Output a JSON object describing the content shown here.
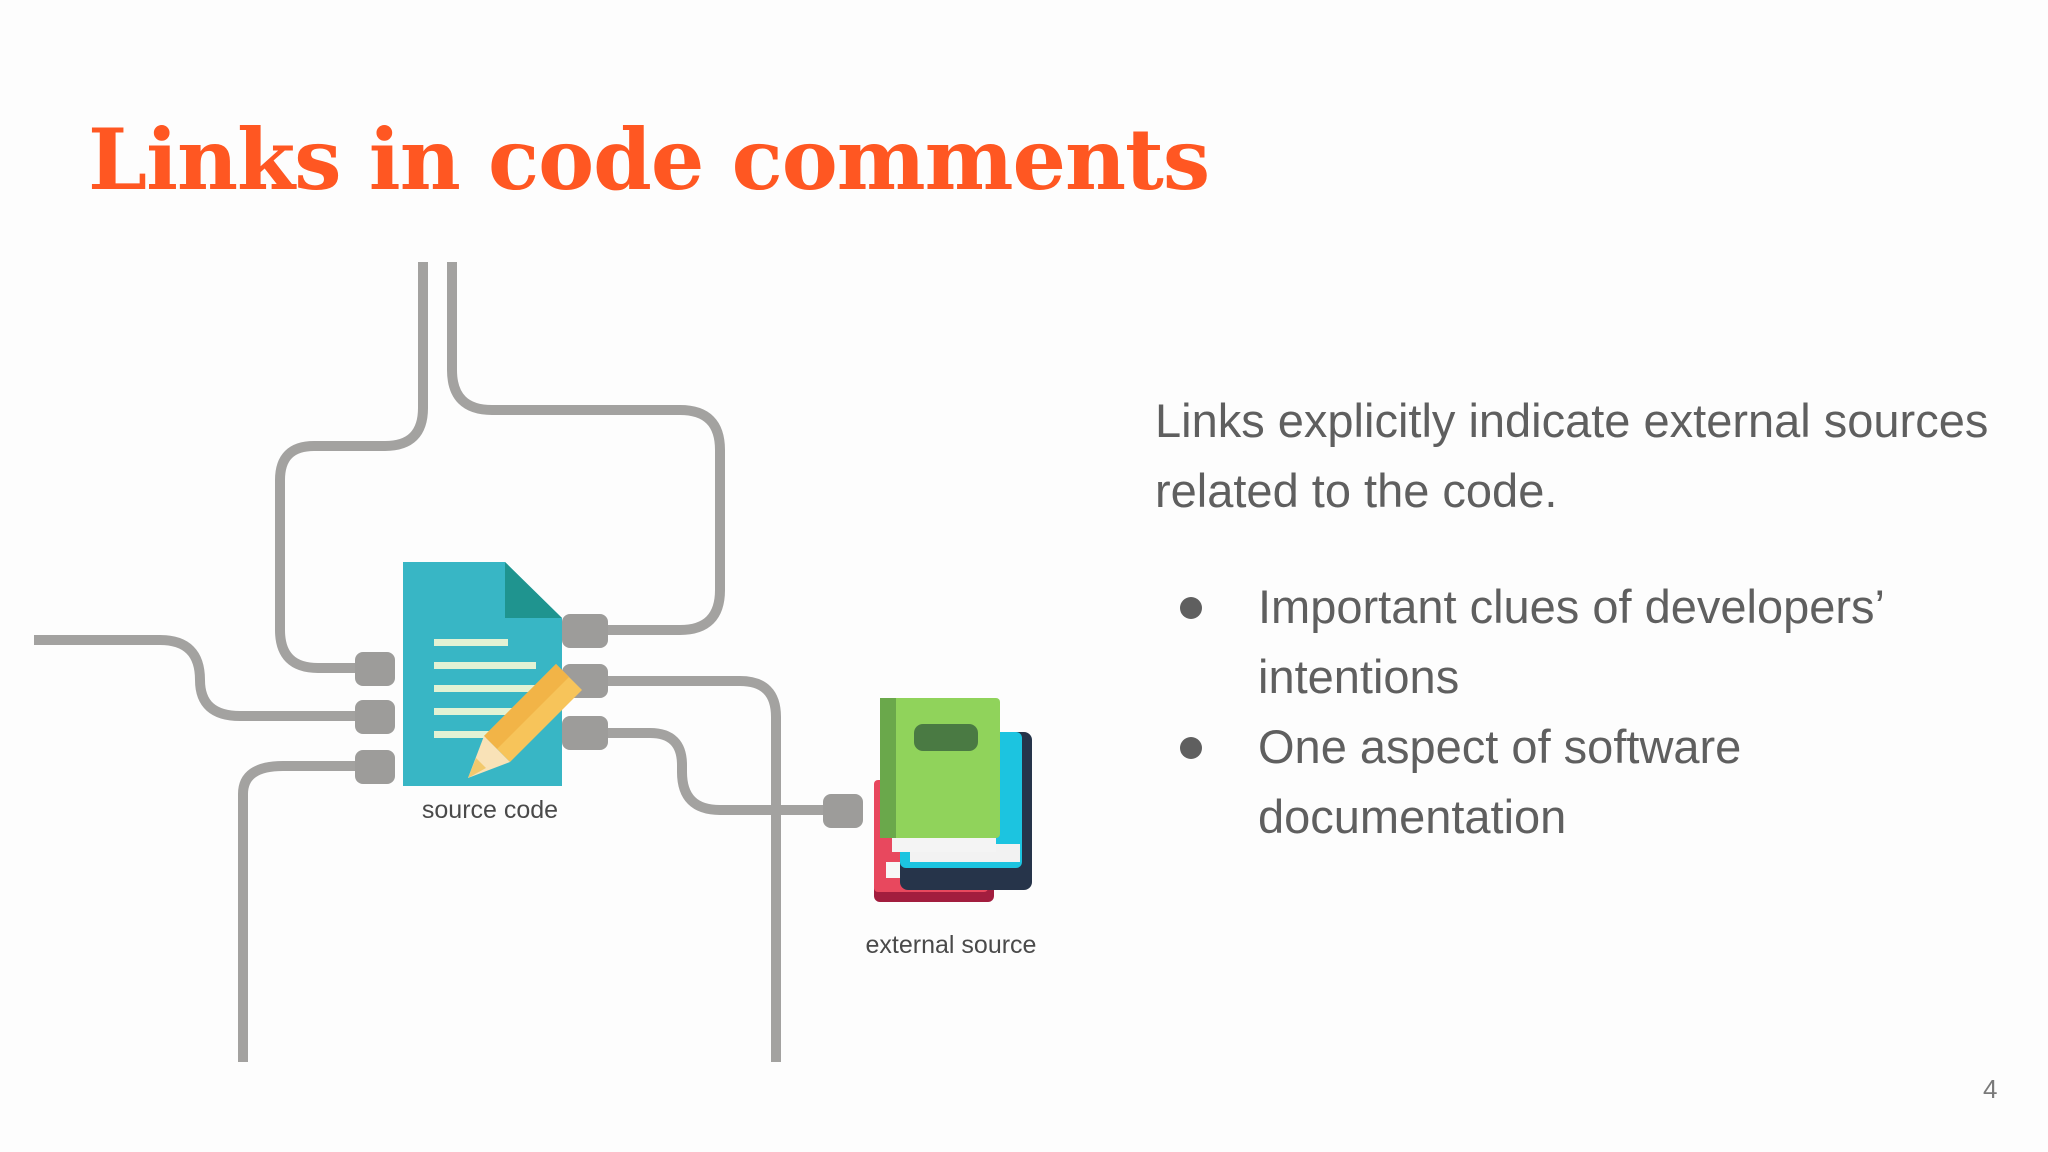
{
  "slide": {
    "title": "Links in code comments",
    "page_number": "4"
  },
  "diagram": {
    "source_label": "source code",
    "external_label": "external source"
  },
  "content": {
    "intro": "Links explicitly indicate external sources related to the code.",
    "bullets": [
      "Important clues of developers’ intentions",
      "One aspect of software documentation"
    ]
  },
  "colors": {
    "title": "#ff5722",
    "text": "#5f5f5f",
    "wire": "#a3a2a0",
    "document": "#38b6c5",
    "book_green": "#90d35b",
    "book_red": "#e8485e",
    "book_cyan": "#1cc4e0",
    "book_navy": "#26344a"
  }
}
